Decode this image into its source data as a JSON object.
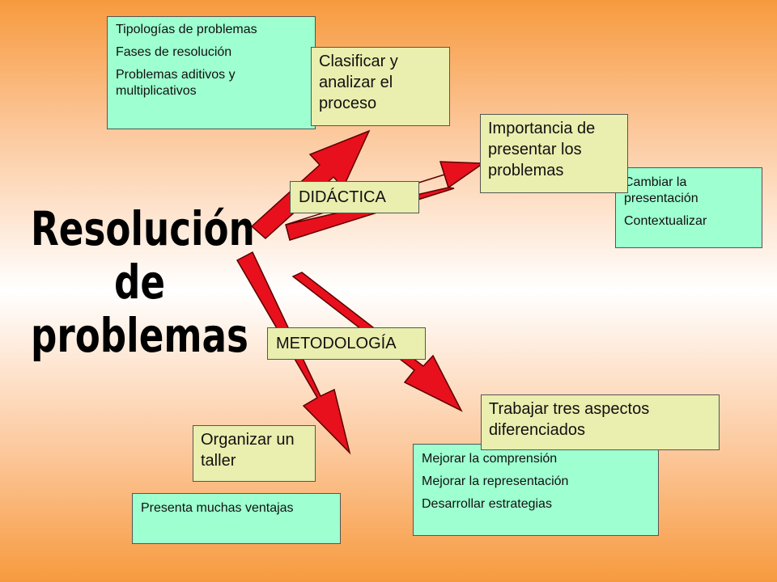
{
  "title": {
    "line1": "Resolución de",
    "line2": "problemas"
  },
  "labels": {
    "didactica": "DIDÁCTICA",
    "metodologia": "METODOLOGÍA"
  },
  "boxes": {
    "tipologias": [
      "Tipologías de problemas",
      "Fases de resolución",
      "Problemas aditivos y multiplicativos"
    ],
    "clasificar": "Clasificar y analizar el proceso",
    "importancia": "Importancia de presentar los problemas",
    "cambiar": [
      "Cambiar la presentación",
      "Contextualizar"
    ],
    "trabajar": "Trabajar tres aspectos diferenciados",
    "mejorar": [
      "Mejorar la comprensión",
      "Mejorar la representación",
      "Desarrollar estrategias"
    ],
    "organizar": "Organizar un taller",
    "presenta": [
      "Presenta muchas ventajas"
    ]
  },
  "colors": {
    "arrow_fill": "#e8101c",
    "arrow_stroke": "#5a0000",
    "aqua_box": "#9effd0",
    "cream_box": "#eaeeae"
  }
}
